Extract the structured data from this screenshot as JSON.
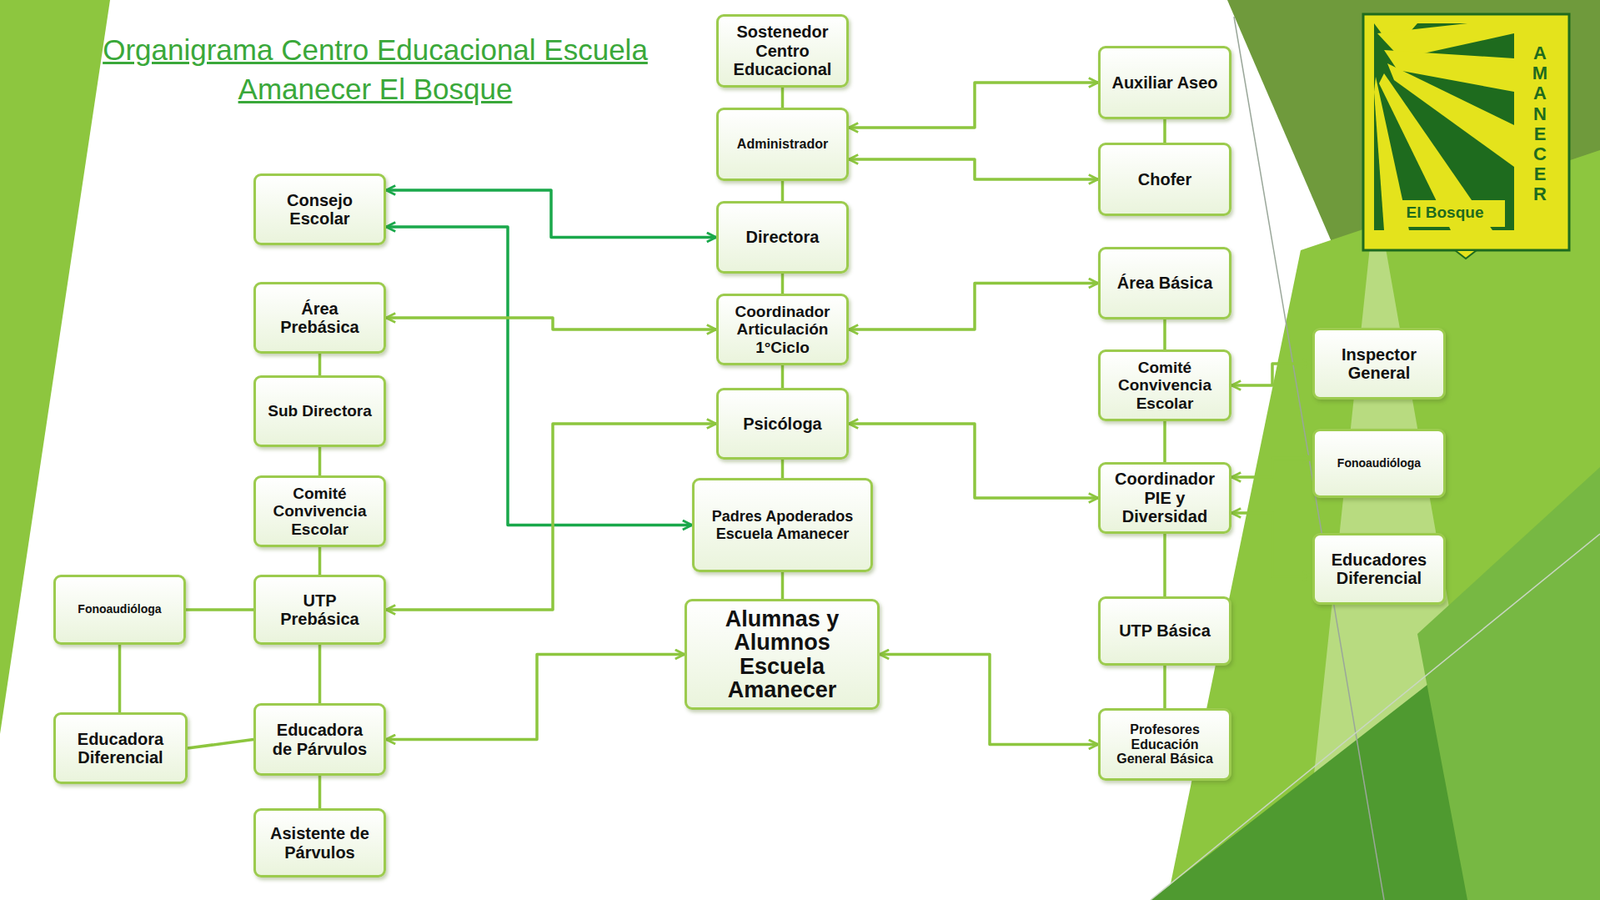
{
  "diagram": {
    "title": "Organigrama Centro Educacional Escuela Amanecer El Bosque",
    "nodes": [
      {
        "text": [
          "Sostenedor Centro Educacional"
        ]
      },
      {
        "text": [
          "Administrador"
        ]
      },
      {
        "text": [
          "Auxiliar Aseo"
        ]
      },
      {
        "text": [
          "Chofer"
        ]
      },
      {
        "text": [
          "Consejo Escolar"
        ]
      },
      {
        "text": [
          "Directora"
        ]
      },
      {
        "text": [
          "Área Prebásica"
        ]
      },
      {
        "text": [
          "Coordinador Articulación 1°Ciclo"
        ]
      },
      {
        "text": [
          "Área Básica"
        ]
      },
      {
        "text": [
          "Sub Directora"
        ]
      },
      {
        "text": [
          "Psicóloga"
        ]
      },
      {
        "text": [
          "Comité Convivencia Escolar"
        ]
      },
      {
        "text": [
          "Inspector General"
        ]
      },
      {
        "text": [
          "Comité Convivencia Escolar"
        ]
      },
      {
        "text": [
          "Padres Apoderados Escuela Amanecer"
        ]
      },
      {
        "text": [
          "Coordinador PIE y Diversidad"
        ]
      },
      {
        "text": [
          "Fonoaudióloga"
        ]
      },
      {
        "text": [
          "Educadores Diferencial"
        ]
      },
      {
        "text": [
          "Fonoaudióloga"
        ]
      },
      {
        "text": [
          "UTP Prebásica"
        ]
      },
      {
        "text": [
          "UTP Básica"
        ]
      },
      {
        "text": [
          "Alumnas y Alumnos Escuela Amanecer"
        ]
      },
      {
        "text": [
          "Educadora Diferencial"
        ]
      },
      {
        "text": [
          "Educadora de Párvulos"
        ]
      },
      {
        "text": [
          "Profesores Educación General Básica"
        ]
      },
      {
        "text": [
          "Asistente de Párvulos"
        ]
      }
    ],
    "edges": [
      {
        "from": 0,
        "to": 1,
        "arrow": "none"
      },
      {
        "from": 1,
        "to": 5,
        "arrow": "none"
      },
      {
        "from": 5,
        "to": 7,
        "arrow": "none"
      },
      {
        "from": 7,
        "to": 10,
        "arrow": "none"
      },
      {
        "from": 10,
        "to": 14,
        "arrow": "none"
      },
      {
        "from": 14,
        "to": 21,
        "arrow": "none"
      },
      {
        "from": 1,
        "to": 2,
        "arrow": "both"
      },
      {
        "from": 1,
        "to": 3,
        "arrow": "both"
      },
      {
        "from": 2,
        "to": 3,
        "arrow": "none"
      },
      {
        "from": 5,
        "to": 4,
        "arrow": "both"
      },
      {
        "from": 4,
        "to": 14,
        "arrow": "both"
      },
      {
        "from": 7,
        "to": 6,
        "arrow": "both"
      },
      {
        "from": 7,
        "to": 8,
        "arrow": "both"
      },
      {
        "from": 6,
        "to": 9,
        "arrow": "none"
      },
      {
        "from": 9,
        "to": 13,
        "arrow": "none"
      },
      {
        "from": 13,
        "to": 19,
        "arrow": "none"
      },
      {
        "from": 19,
        "to": 23,
        "arrow": "none"
      },
      {
        "from": 23,
        "to": 25,
        "arrow": "none"
      },
      {
        "from": 8,
        "to": 11,
        "arrow": "none"
      },
      {
        "from": 11,
        "to": 15,
        "arrow": "none"
      },
      {
        "from": 15,
        "to": 20,
        "arrow": "none"
      },
      {
        "from": 20,
        "to": 24,
        "arrow": "none"
      },
      {
        "from": 11,
        "to": 12,
        "arrow": "both"
      },
      {
        "from": 15,
        "to": 16,
        "arrow": "both"
      },
      {
        "from": 15,
        "to": 17,
        "arrow": "both"
      },
      {
        "from": 10,
        "to": 19,
        "arrow": "both"
      },
      {
        "from": 10,
        "to": 15,
        "arrow": "both"
      },
      {
        "from": 21,
        "to": 23,
        "arrow": "both"
      },
      {
        "from": 21,
        "to": 24,
        "arrow": "both"
      },
      {
        "from": 19,
        "to": 18,
        "arrow": "none"
      },
      {
        "from": 18,
        "to": 22,
        "arrow": "none"
      },
      {
        "from": 22,
        "to": 23,
        "arrow": "none"
      }
    ],
    "labels": [
      "AMANECER",
      "El Bosque"
    ]
  }
}
